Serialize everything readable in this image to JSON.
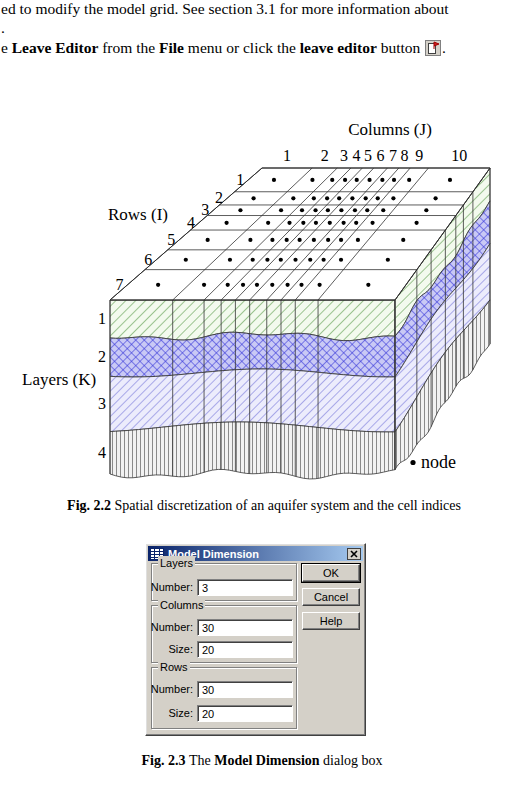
{
  "diagram": {
    "nodes": [
      {
        "text": [
          "Model Dimension"
        ]
      },
      {
        "text": [
          "Layers"
        ],
        "in": 0
      },
      {
        "text": [
          "3"
        ],
        "in": 1
      },
      {
        "text": [
          "Columns"
        ],
        "in": 0
      },
      {
        "text": [
          "30"
        ],
        "in": 3
      },
      {
        "text": [
          "20"
        ],
        "in": 3
      },
      {
        "text": [
          "Rows"
        ],
        "in": 0
      },
      {
        "text": [
          "30"
        ],
        "in": 6
      },
      {
        "text": [
          "20"
        ],
        "in": 6
      },
      {
        "text": [
          "OK"
        ],
        "in": 0
      },
      {
        "text": [
          "Cancel"
        ],
        "in": 0
      },
      {
        "text": [
          "Help"
        ],
        "in": 0
      }
    ],
    "labels": [
      "ed to modify the model grid. See section 3.1 for more information about",
      ".",
      "e",
      "Leave Editor",
      "from the",
      "File",
      "menu or click the",
      "leave editor",
      "button",
      ".",
      "Columns (J)",
      "1",
      "2",
      "3",
      "4",
      "5",
      "6",
      "7",
      "8",
      "9",
      "10",
      "Rows (I)",
      "1",
      "2",
      "3",
      "4",
      "5",
      "6",
      "7",
      "Layers (K)",
      "1",
      "2",
      "3",
      "4",
      "Fig. 2.2",
      "Spatial discretization of an aquifer system and the cell indices",
      "Number:",
      "Number:",
      "Size:",
      "Number:",
      "Size:",
      "Fig. 2.3",
      "The",
      "Model Dimension",
      "dialog box"
    ],
    "legend": [
      {
        "text": "node"
      }
    ]
  }
}
